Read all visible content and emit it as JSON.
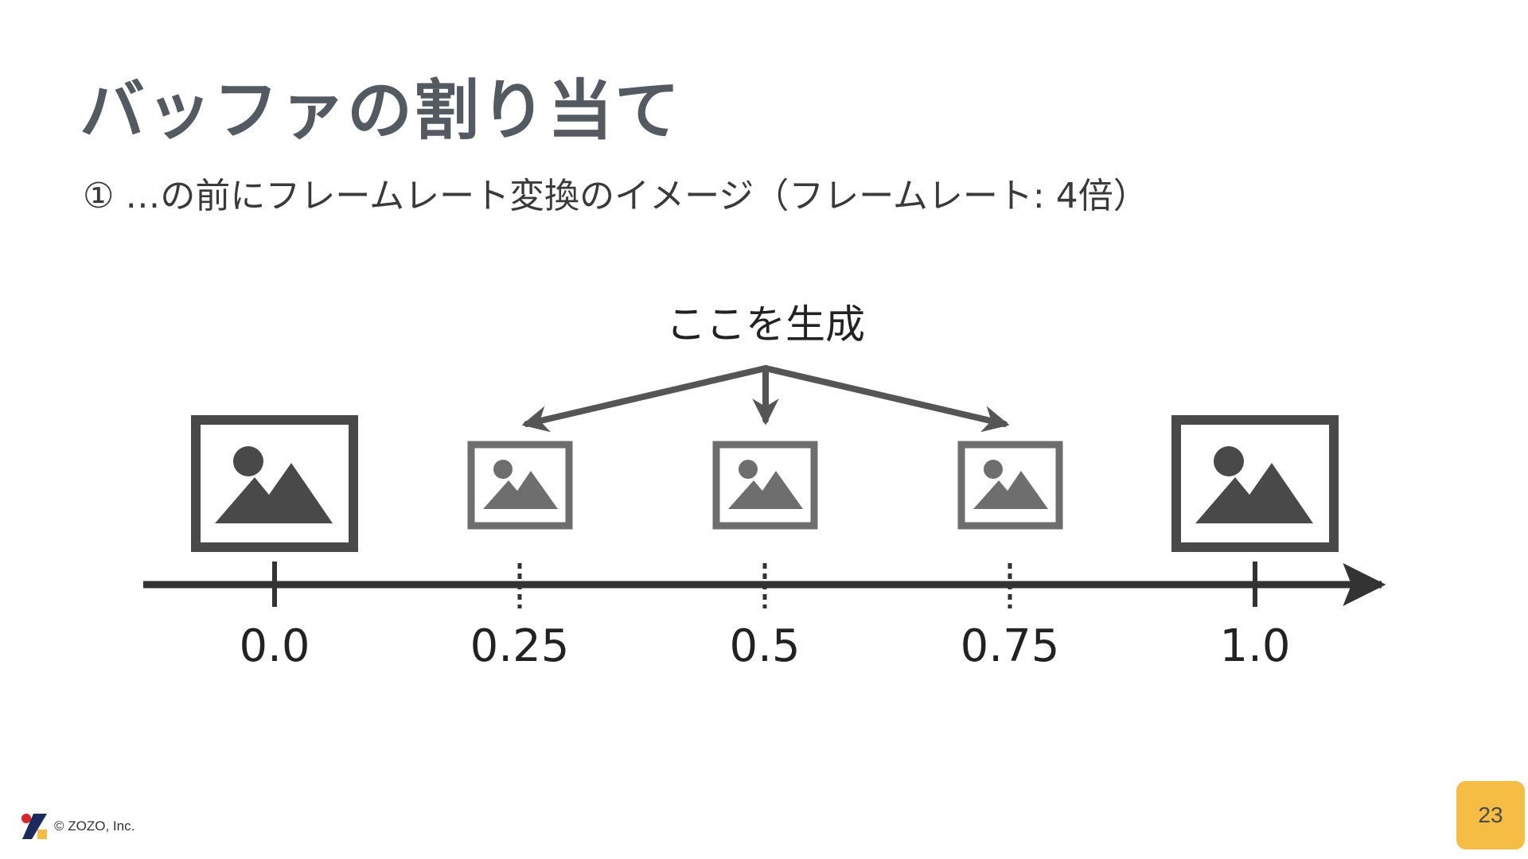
{
  "title": "バッファの割り当て",
  "subtitle": "① …の前にフレームレート変換のイメージ（フレームレート: 4倍）",
  "diagram": {
    "generate_label": "ここを生成",
    "timeline": [
      {
        "label": "0.0",
        "kind": "source"
      },
      {
        "label": "0.25",
        "kind": "generated"
      },
      {
        "label": "0.5",
        "kind": "generated"
      },
      {
        "label": "0.75",
        "kind": "generated"
      },
      {
        "label": "1.0",
        "kind": "source"
      }
    ]
  },
  "footer": {
    "copyright": "© ZOZO, Inc."
  },
  "page_number": "23",
  "colors": {
    "title": "#535a61",
    "source_frame": "#494949",
    "generated_frame": "#6e6e6e",
    "arrow": "#555555",
    "axis": "#333333",
    "badge": "#f5bd44",
    "logo_red": "#d9252a",
    "logo_navy": "#1d2a5e",
    "logo_yellow": "#f5bd44"
  },
  "icons": {
    "frame": "image-icon",
    "logo": "zozo-logo-icon"
  }
}
